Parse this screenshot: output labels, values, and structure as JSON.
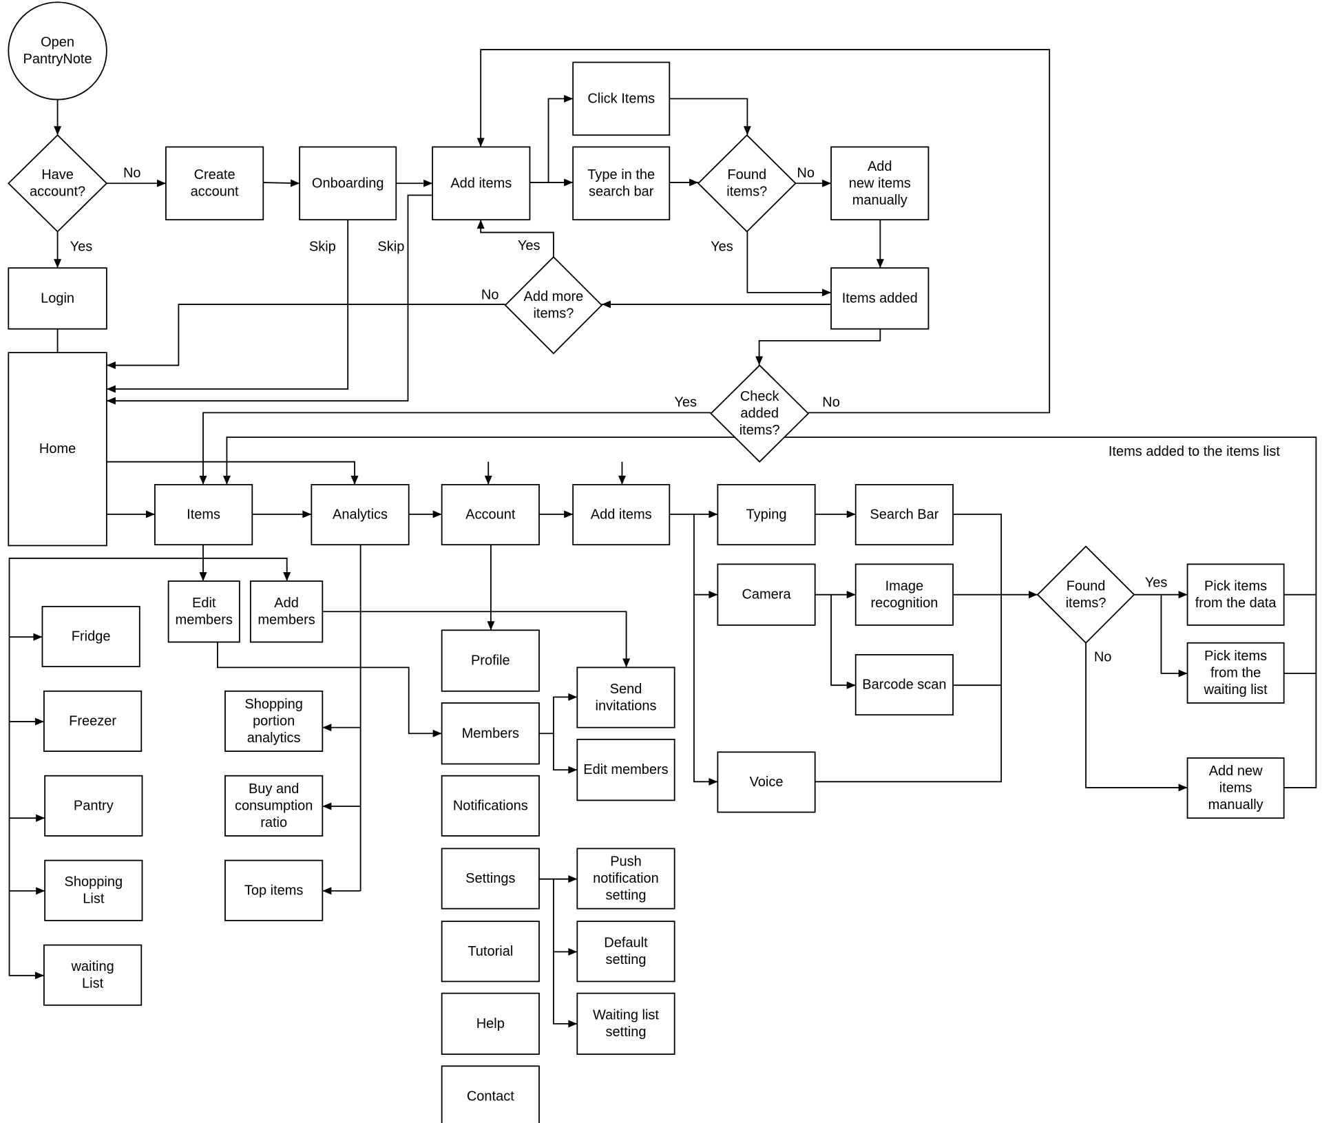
{
  "nodes": {
    "open": [
      "Open",
      "PantryNote"
    ],
    "have_account": [
      "Have",
      "account?"
    ],
    "create_account": [
      "Create",
      "account"
    ],
    "onboarding": [
      "Onboarding"
    ],
    "add_items_top": [
      "Add items"
    ],
    "click_items": [
      "Click Items"
    ],
    "type_search": [
      "Type in the",
      "search bar"
    ],
    "found_top": [
      "Found",
      "items?"
    ],
    "add_manual_top": [
      "Add",
      "new items",
      "manually"
    ],
    "login": [
      "Login"
    ],
    "add_more": [
      "Add more",
      "items?"
    ],
    "items_added": [
      "Items added"
    ],
    "check_added": [
      "Check",
      "added",
      "items?"
    ],
    "home": [
      "Home"
    ],
    "items": [
      "Items"
    ],
    "analytics": [
      "Analytics"
    ],
    "account": [
      "Account"
    ],
    "add_items_mid": [
      "Add items"
    ],
    "typing": [
      "Typing"
    ],
    "search_bar": [
      "Search Bar"
    ],
    "camera": [
      "Camera"
    ],
    "image_recog": [
      "Image",
      "recognition"
    ],
    "barcode": [
      "Barcode scan"
    ],
    "voice": [
      "Voice"
    ],
    "found_right": [
      "Found",
      "items?"
    ],
    "pick_data": [
      "Pick items",
      "from the data"
    ],
    "pick_waiting": [
      "Pick items",
      "from the",
      "waiting list"
    ],
    "add_manual_right": [
      "Add new",
      "items",
      "manually"
    ],
    "edit_members_1": [
      "Edit",
      "members"
    ],
    "add_members": [
      "Add",
      "members"
    ],
    "fridge": [
      "Fridge"
    ],
    "freezer": [
      "Freezer"
    ],
    "pantry": [
      "Pantry"
    ],
    "shopping_list": [
      "Shopping",
      "List"
    ],
    "waiting_list": [
      "waiting",
      "List"
    ],
    "shopping_portion": [
      "Shopping",
      "portion",
      "analytics"
    ],
    "buy_consumption": [
      "Buy and",
      "consumption",
      "ratio"
    ],
    "top_items": [
      "Top items"
    ],
    "profile": [
      "Profile"
    ],
    "members": [
      "Members"
    ],
    "notifications": [
      "Notifications"
    ],
    "settings": [
      "Settings"
    ],
    "tutorial": [
      "Tutorial"
    ],
    "help": [
      "Help"
    ],
    "contact": [
      "Contact"
    ],
    "send_invitations": [
      "Send",
      "invitations"
    ],
    "edit_members_2": [
      "Edit members"
    ],
    "push_setting": [
      "Push",
      "notification",
      "setting"
    ],
    "default_setting": [
      "Default",
      "setting"
    ],
    "waiting_setting": [
      "Waiting list",
      "setting"
    ]
  },
  "edge_labels": {
    "have_no": "No",
    "have_yes": "Yes",
    "skip_onboarding": "Skip",
    "skip_add_items": "Skip",
    "add_more_yes": "Yes",
    "add_more_no": "No",
    "found_top_no": "No",
    "found_top_yes": "Yes",
    "check_yes": "Yes",
    "check_no": "No",
    "items_added_to_list": "Items added to the items list",
    "found_right_yes": "Yes",
    "found_right_no": "No"
  }
}
